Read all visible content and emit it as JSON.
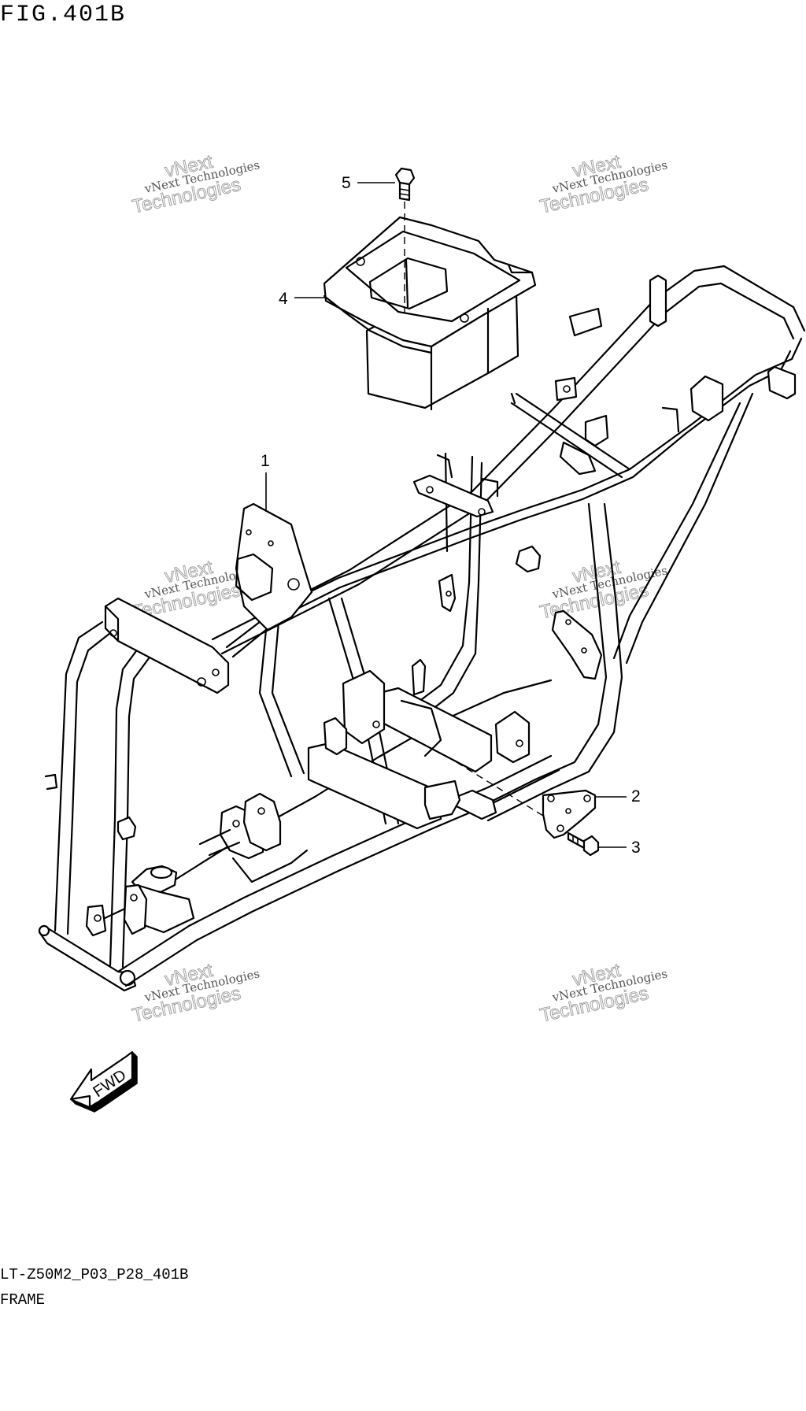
{
  "figure": {
    "title": "FIG.401B",
    "code": "LT-Z50M2_P03_P28_401B",
    "name": "FRAME"
  },
  "callouts": [
    {
      "id": "1",
      "label": "1"
    },
    {
      "id": "2",
      "label": "2"
    },
    {
      "id": "3",
      "label": "3"
    },
    {
      "id": "4",
      "label": "4"
    },
    {
      "id": "5",
      "label": "5"
    }
  ],
  "direction_arrow": {
    "label": "FWD"
  },
  "watermark": {
    "line1": "vNext Technologies",
    "line2": "vNext",
    "line3": "Technologies"
  }
}
